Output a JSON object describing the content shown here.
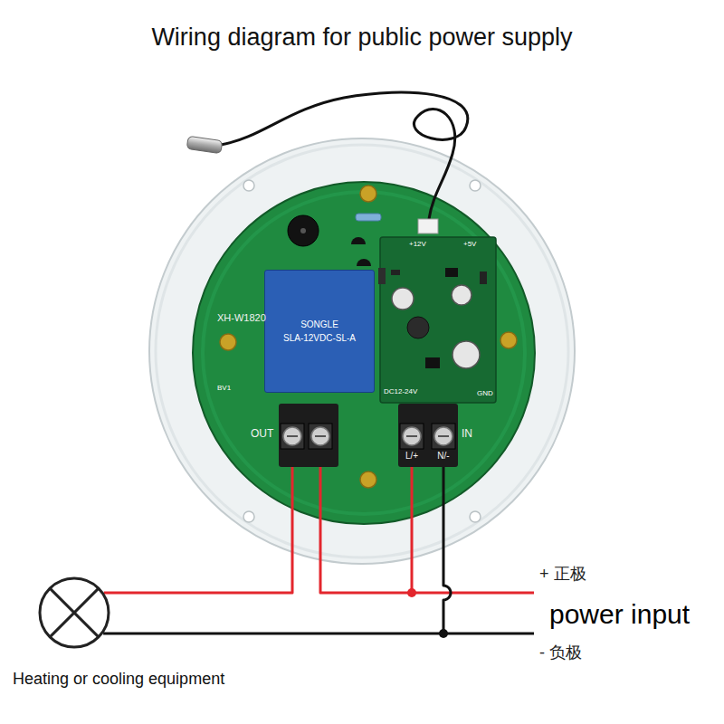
{
  "diagram": {
    "title": "Wiring diagram for public power supply",
    "nodes": [
      {
        "text": [
          "XH-W1820"
        ]
      },
      {
        "text": [
          "SONGLE",
          "SLA-12VDC-SL-A"
        ],
        "in": 0
      },
      {
        "text": [
          "OUT"
        ],
        "in": 0
      },
      {
        "text": [
          "IN",
          "L/+",
          "N/-"
        ],
        "in": 0
      },
      {
        "text": [
          "Heating or cooling equipment"
        ]
      }
    ],
    "edges": [
      {
        "from": 4,
        "to": 2,
        "arrow": "none"
      },
      {
        "from": 2,
        "to": 3,
        "arrow": "none"
      },
      {
        "from": 4,
        "to": 3,
        "arrow": "none"
      }
    ],
    "labels": [
      "+ 正极",
      "power input",
      "- 负极",
      "DC12-24V",
      "+12V",
      "+5V",
      "GND",
      "BV1"
    ]
  }
}
